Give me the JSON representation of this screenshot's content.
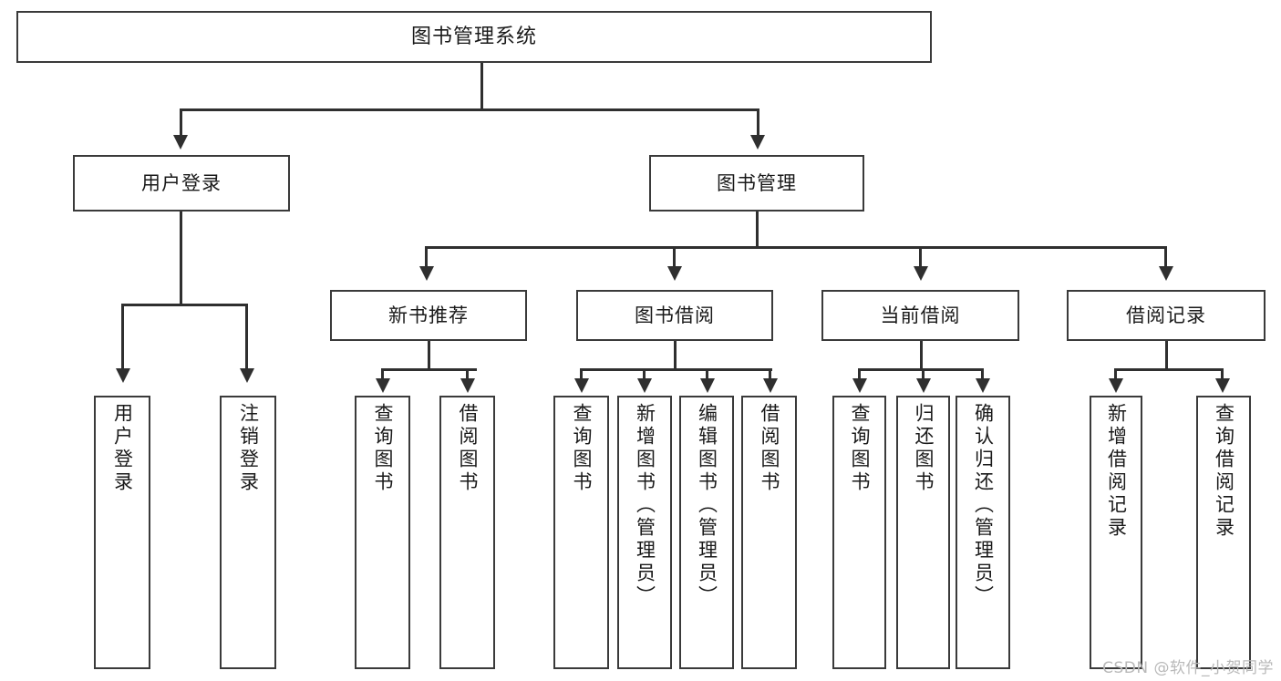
{
  "diagram": {
    "title": "图书管理系统",
    "watermark": "CSDN @软件_小贺同学",
    "colors": {
      "box_border": "#3a3a3a",
      "connector": "#2f2f2f",
      "background": "#ffffff",
      "watermark": "#b9b9b9"
    },
    "levels": {
      "level1": {
        "label": "图书管理系统"
      },
      "level2": [
        {
          "label": "用户登录"
        },
        {
          "label": "图书管理"
        }
      ],
      "level3": [
        {
          "label": "新书推荐"
        },
        {
          "label": "图书借阅"
        },
        {
          "label": "当前借阅"
        },
        {
          "label": "借阅记录"
        }
      ],
      "leaves": {
        "user_login": [
          {
            "label": "用户登录"
          },
          {
            "label": "注销登录"
          }
        ],
        "new_book_recommend": [
          {
            "label": "查询图书"
          },
          {
            "label": "借阅图书"
          }
        ],
        "book_borrow": [
          {
            "label": "查询图书"
          },
          {
            "label": "新增图书（管理员）"
          },
          {
            "label": "编辑图书（管理员）"
          },
          {
            "label": "借阅图书"
          }
        ],
        "current_borrow": [
          {
            "label": "查询图书"
          },
          {
            "label": "归还图书"
          },
          {
            "label": "确认归还（管理员）"
          }
        ],
        "borrow_record": [
          {
            "label": "新增借阅记录"
          },
          {
            "label": "查询借阅记录"
          }
        ]
      }
    }
  }
}
